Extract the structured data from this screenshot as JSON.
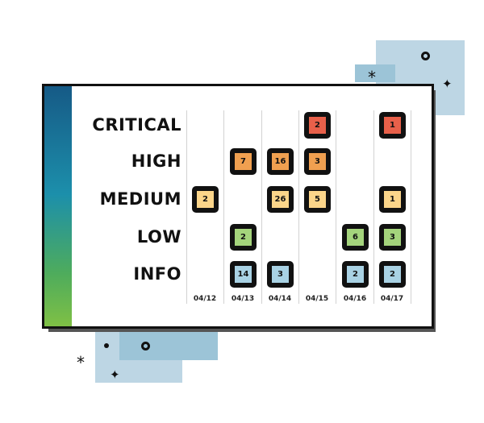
{
  "grid": {
    "rows": [
      "CRITICAL",
      "HIGH",
      "MEDIUM",
      "LOW",
      "INFO"
    ],
    "dates": [
      "04/12",
      "04/13",
      "04/14",
      "04/15",
      "04/16",
      "04/17"
    ],
    "cells": [
      {
        "row": 0,
        "col": 3,
        "count": "2"
      },
      {
        "row": 0,
        "col": 5,
        "count": "1"
      },
      {
        "row": 1,
        "col": 1,
        "count": "7"
      },
      {
        "row": 1,
        "col": 2,
        "count": "16"
      },
      {
        "row": 1,
        "col": 3,
        "count": "3"
      },
      {
        "row": 2,
        "col": 0,
        "count": "2"
      },
      {
        "row": 2,
        "col": 2,
        "count": "26"
      },
      {
        "row": 2,
        "col": 3,
        "count": "5"
      },
      {
        "row": 2,
        "col": 5,
        "count": "1"
      },
      {
        "row": 3,
        "col": 1,
        "count": "2"
      },
      {
        "row": 3,
        "col": 4,
        "count": "6"
      },
      {
        "row": 3,
        "col": 5,
        "count": "3"
      },
      {
        "row": 4,
        "col": 1,
        "count": "14"
      },
      {
        "row": 4,
        "col": 2,
        "count": "3"
      },
      {
        "row": 4,
        "col": 4,
        "count": "2"
      },
      {
        "row": 4,
        "col": 5,
        "count": "2"
      }
    ]
  },
  "severity_colors": {
    "CRITICAL": "#e8604a",
    "HIGH": "#f0a050",
    "MEDIUM": "#fbd58a",
    "LOW": "#a4d47c",
    "INFO": "#a9d2e4"
  }
}
